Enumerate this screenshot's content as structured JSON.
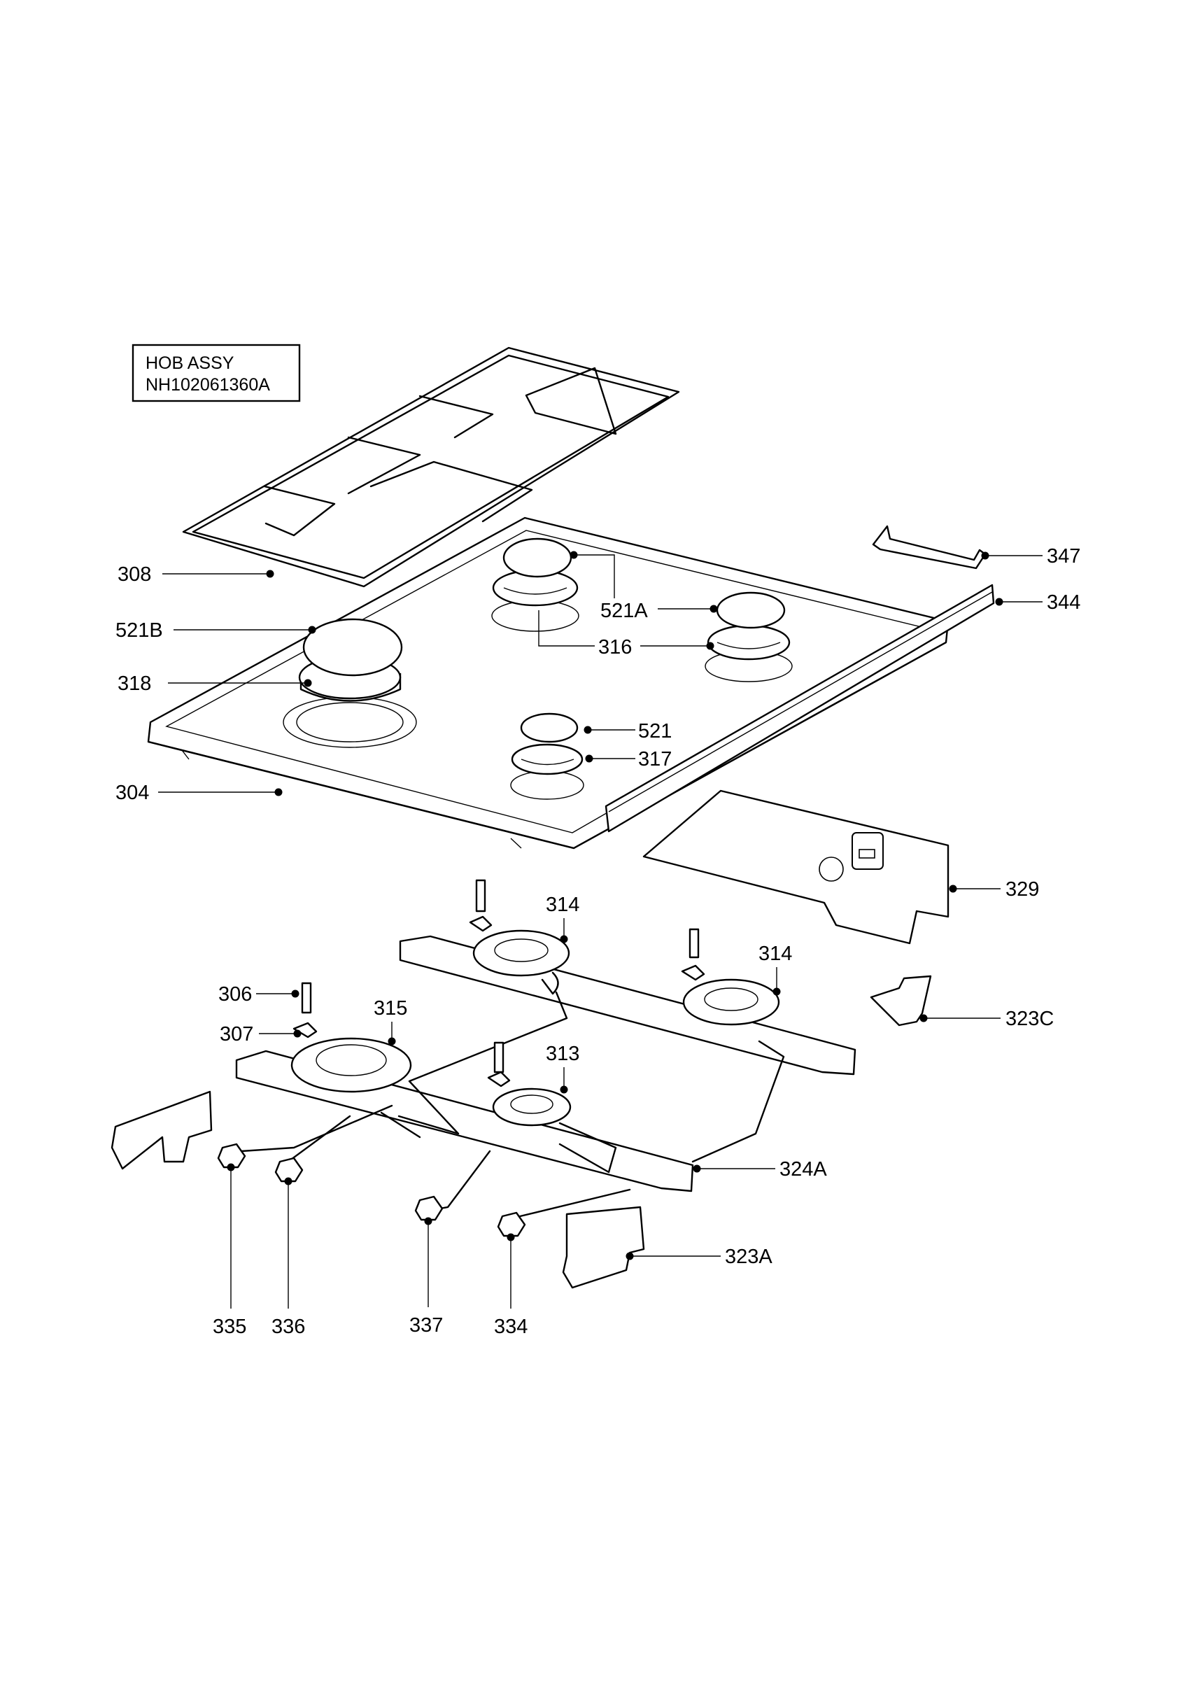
{
  "title_box": {
    "line1": "HOB ASSY",
    "line2": "NH102061360A"
  },
  "callouts": {
    "c308": "308",
    "c521B": "521B",
    "c318": "318",
    "c304": "304",
    "c521A": "521A",
    "c316": "316",
    "c521": "521",
    "c317": "317",
    "c347": "347",
    "c344": "344",
    "c329": "329",
    "c314a": "314",
    "c314b": "314",
    "c306": "306",
    "c307": "307",
    "c315": "315",
    "c313": "313",
    "c323C": "323C",
    "c324A": "324A",
    "c323A": "323A",
    "c335": "335",
    "c336": "336",
    "c337": "337",
    "c334": "334"
  }
}
